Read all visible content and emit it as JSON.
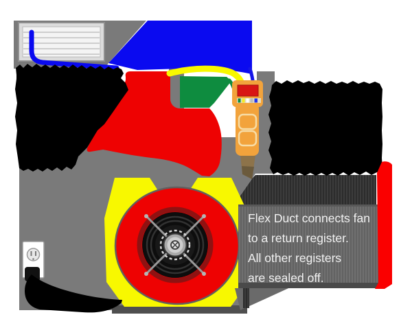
{
  "note_box": {
    "lines": [
      "Flex Duct connects fan",
      "to a return register.",
      "All other registers",
      "are sealed off."
    ],
    "text_color": "#f2f2f2",
    "background": "#6e6e6e"
  },
  "colors": {
    "wall_gray": "#7a7a7a",
    "register_frame": "#dcdcdc",
    "duct_blue": "#0a0af0",
    "flex_duct_red": "#ee0202",
    "tube_yellow": "#f8f800",
    "tube_green": "#0e8c3f",
    "fan_housing_yellow": "#f8f800",
    "fan_circle_red": "#ee0202",
    "manometer_orange": "#f2a33c",
    "manometer_display_red": "#d81414",
    "red_marker_bar": "#fa0000",
    "redaction_black": "#000000",
    "note_box_stripe": "#646464"
  },
  "parts": [
    "ceiling-register",
    "blue-duct",
    "yellow-tube",
    "green-tube-patch",
    "manometer",
    "red-flex-duct",
    "duct-test-fan",
    "power-outlet",
    "power-cord",
    "note-box",
    "redacted-label-left",
    "redacted-label-right",
    "red-marker-bar"
  ]
}
